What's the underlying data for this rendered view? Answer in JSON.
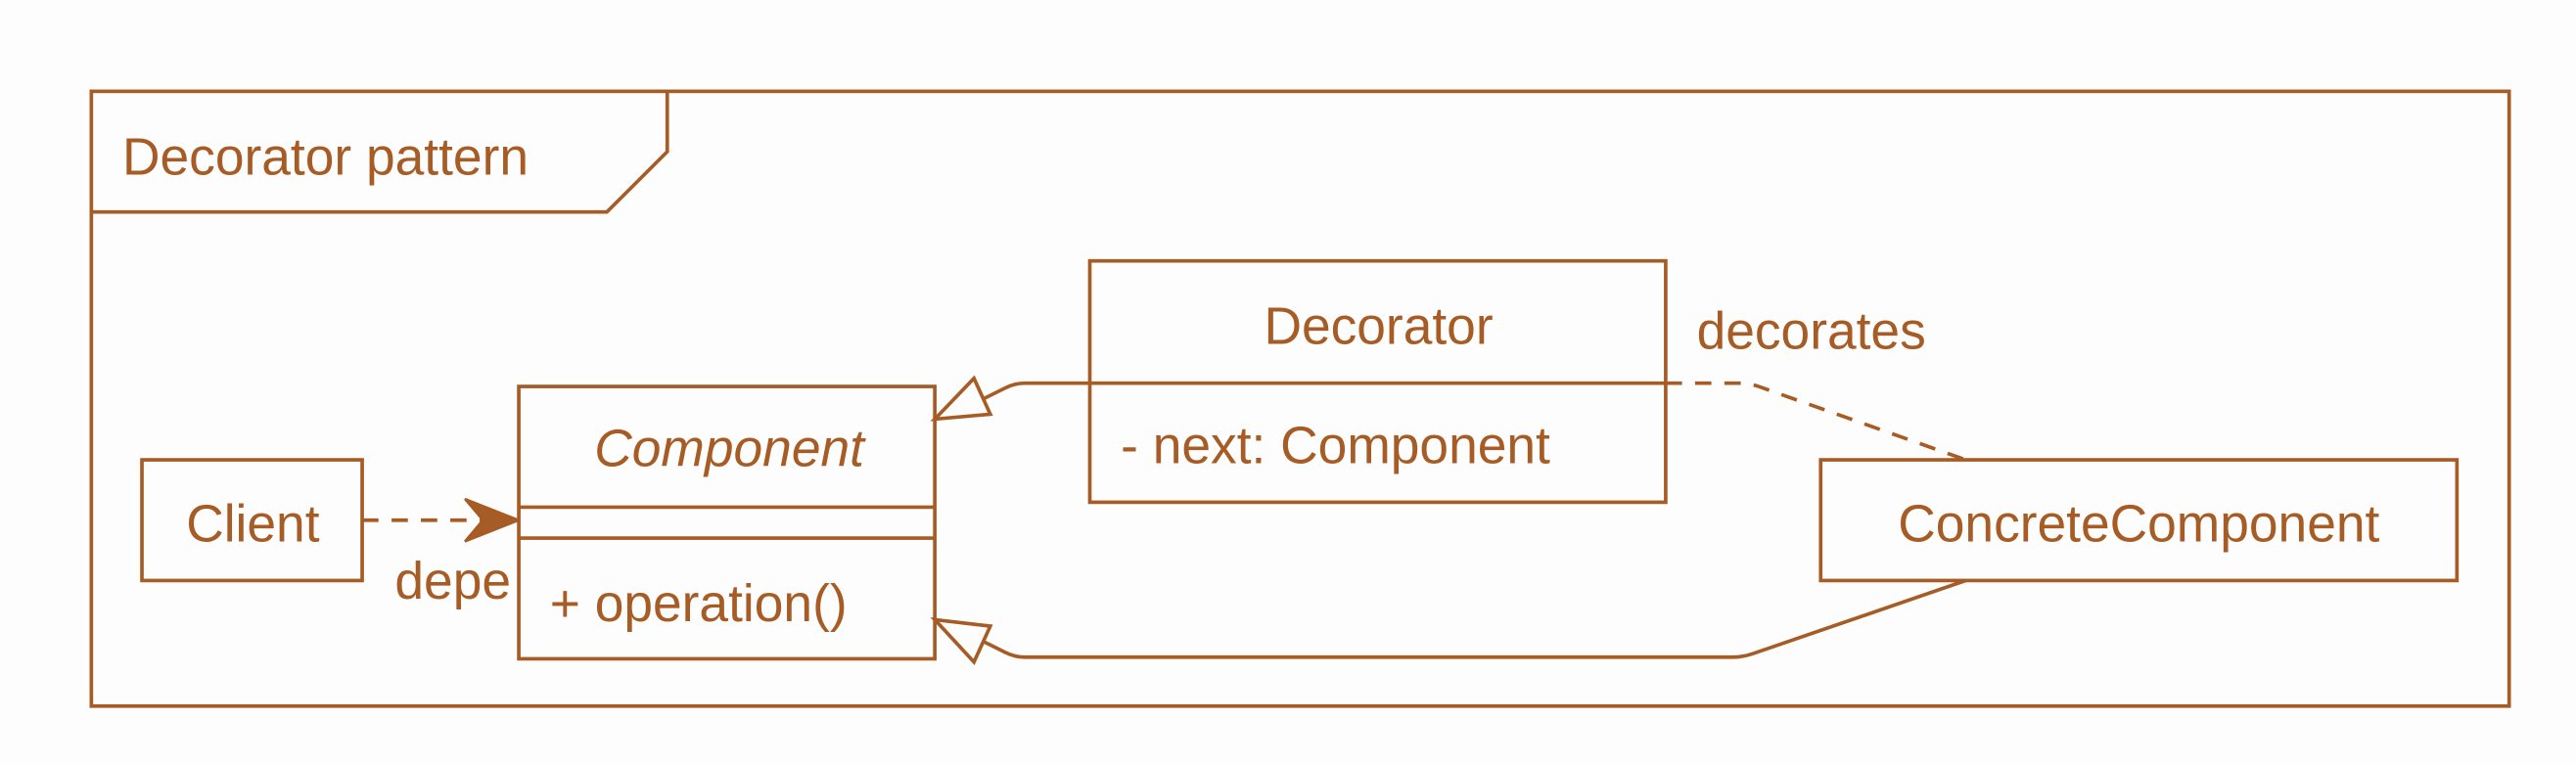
{
  "frame": {
    "title": "Decorator pattern"
  },
  "classes": {
    "client": {
      "name": "Client"
    },
    "component": {
      "name": "Component",
      "abstract": true,
      "operation": "+ operation()"
    },
    "decorator": {
      "name": "Decorator",
      "attribute": "- next: Component"
    },
    "concrete_component": {
      "name": "ConcreteComponent"
    }
  },
  "relations": {
    "client_component": {
      "kind": "dependency",
      "label": "depe"
    },
    "decorator_component": {
      "kind": "generalization"
    },
    "decorator_concrete": {
      "kind": "association",
      "label": "decorates"
    },
    "concrete_component": {
      "kind": "generalization"
    }
  },
  "colors": {
    "stroke": "#a65c24",
    "background": "#fdfdfd"
  }
}
